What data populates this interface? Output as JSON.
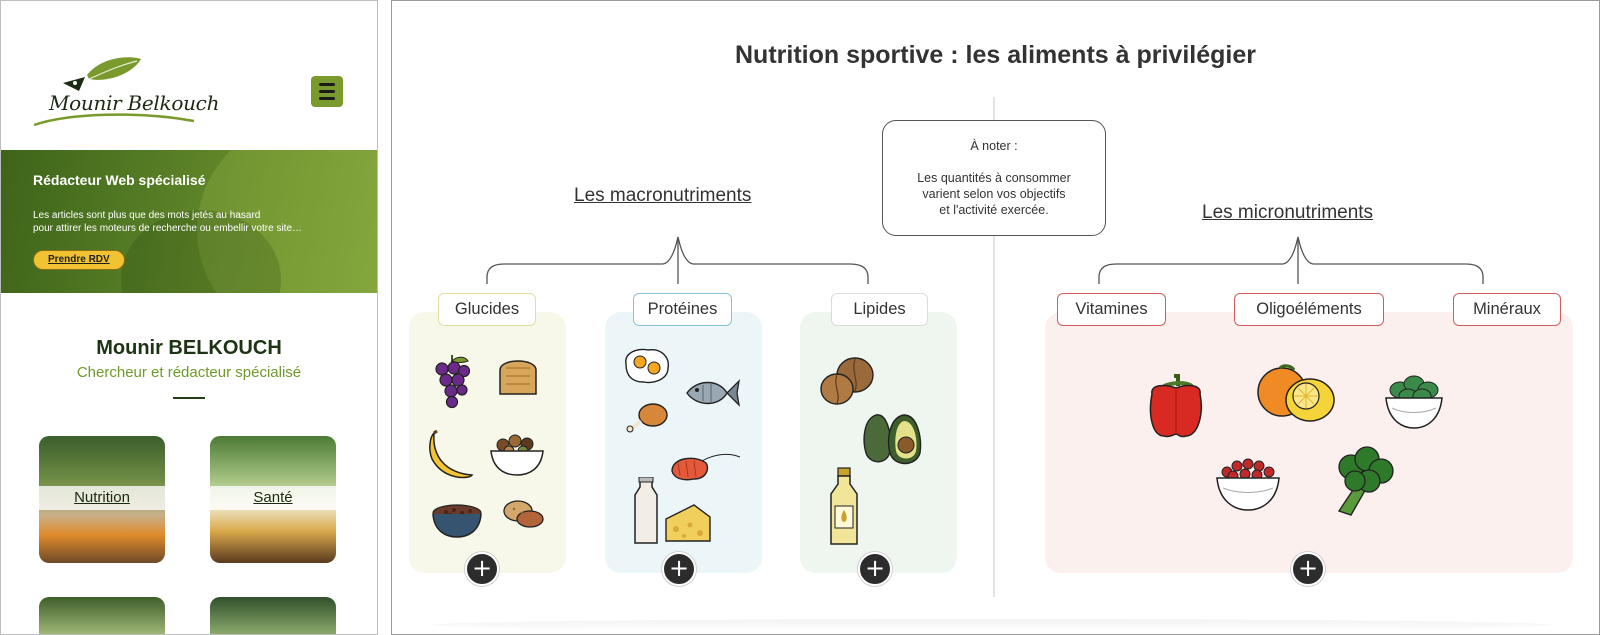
{
  "phone": {
    "logo_text": "Mounir Belkouch",
    "hero": {
      "title": "Rédacteur Web spécialisé",
      "text_line1": "Les articles sont plus que des mots jetés au hasard",
      "text_line2": "pour attirer les moteurs de recherche ou embellir votre site…",
      "button_label": "Prendre RDV"
    },
    "author": {
      "name": "Mounir BELKOUCH",
      "subtitle": "Chercheur et rédacteur spécialisé"
    },
    "cards": [
      {
        "label": "Nutrition"
      },
      {
        "label": "Santé"
      }
    ],
    "colors": {
      "brand_green": "#7a9a2e",
      "button_yellow": "#f1c232"
    }
  },
  "infographic": {
    "title": "Nutrition sportive : les aliments à privilégier",
    "note": {
      "title": "À noter :",
      "line1": "Les quantités à consommer",
      "line2": "varient selon vos objectifs",
      "line3": "et l'activité exercée."
    },
    "macronutrients": {
      "title": "Les macronutriments",
      "categories": [
        {
          "label": "Glucides",
          "icons": [
            "grapes-icon",
            "bread-icon",
            "banana-icon",
            "nuts-bowl-icon",
            "lentils-bowl-icon",
            "potato-icon"
          ]
        },
        {
          "label": "Protéines",
          "icons": [
            "egg-icon",
            "fish-icon",
            "chicken-leg-icon",
            "shrimp-icon",
            "milk-bottle-icon",
            "cheese-icon"
          ]
        },
        {
          "label": "Lipides",
          "icons": [
            "walnut-icon",
            "avocado-icon",
            "oil-bottle-icon"
          ]
        }
      ]
    },
    "micronutrients": {
      "title": "Les micronutriments",
      "categories": [
        {
          "label": "Vitamines"
        },
        {
          "label": "Oligoéléments"
        },
        {
          "label": "Minéraux"
        }
      ],
      "icons": [
        "bell-pepper-icon",
        "citrus-icon",
        "spinach-bowl-icon",
        "berries-bowl-icon",
        "broccoli-icon"
      ]
    },
    "plus_symbol": "+",
    "colors": {
      "glucides_bg": "#f8f8ea",
      "proteines_bg": "#ecf6f8",
      "lipides_bg": "#eff5ef",
      "micro_bg": "#fcf0ef",
      "micro_border": "#d35d5d"
    }
  }
}
